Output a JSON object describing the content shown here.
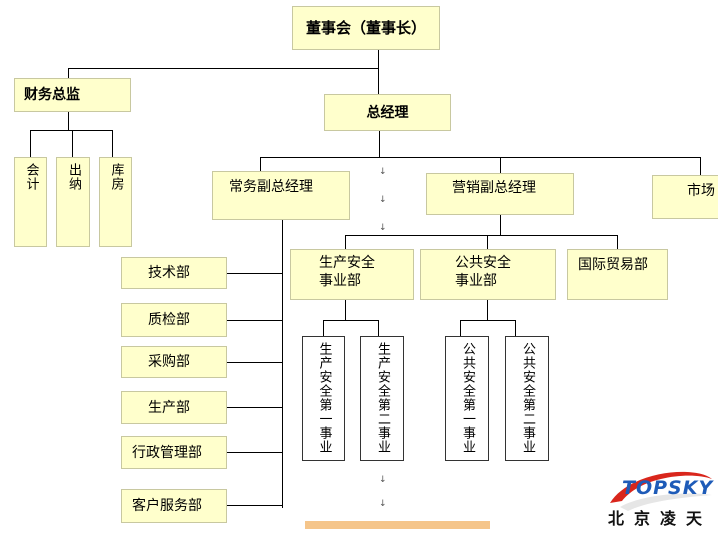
{
  "chart": {
    "board": "董事会（董事长）",
    "finance_director": "财务总监",
    "finance_units": [
      "会计",
      "出纳",
      "库房"
    ],
    "general_manager": "总经理",
    "vp_operations": "常务副总经理",
    "vp_marketing": "营销副总经理",
    "vp_market": "市场",
    "departments": [
      "技术部",
      "质检部",
      "采购部",
      "生产部",
      "行政管理部",
      "客户服务部"
    ],
    "divisions": {
      "production_safety": "生产安全事业部",
      "public_safety": "公共安全事业部",
      "intl_trade": "国际贸易部"
    },
    "sub_divisions": [
      "生产安全第一事业",
      "生产安全第二事业",
      "公共安全第一事业",
      "公共安全第二事业"
    ]
  },
  "logo": {
    "wordmark": "TOPSKY",
    "chinese": "北京凌天",
    "colors": {
      "red": "#d9261c",
      "blue": "#1e5bb8"
    }
  },
  "colors": {
    "box_fill": "#ffffcc",
    "line": "#000000"
  }
}
